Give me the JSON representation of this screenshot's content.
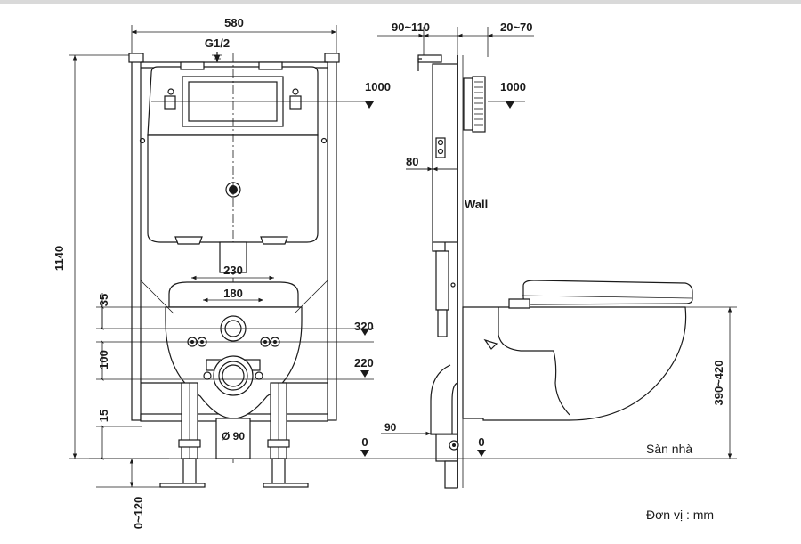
{
  "dims": {
    "frame_width": "580",
    "inlet": "G1/2",
    "height_total": "1140",
    "flush_plate_height_front": "1000",
    "pipe_spacing_outer": "230",
    "pipe_spacing_inner": "180",
    "offset_35": "35",
    "height_320": "320",
    "offset_100": "100",
    "height_220": "220",
    "offset_15": "15",
    "drain_diameter": "Ø 90",
    "floor_zero_front": "0",
    "leg_adjust": "0~120",
    "depth_range": "90~110",
    "wall_gap": "20~70",
    "flush_plate_height_side": "1000",
    "depth_80": "80",
    "wall_label": "Wall",
    "depth_90": "90",
    "floor_zero_side_1": "0",
    "floor_zero_side_2": "0",
    "seat_height": "390~420",
    "floor_label": "Sàn nhà",
    "unit_label": "Đơn vị : mm"
  },
  "colors": {
    "line": "#1a1a1a",
    "background": "#ffffff",
    "top_strip": "#d9d9d9"
  }
}
